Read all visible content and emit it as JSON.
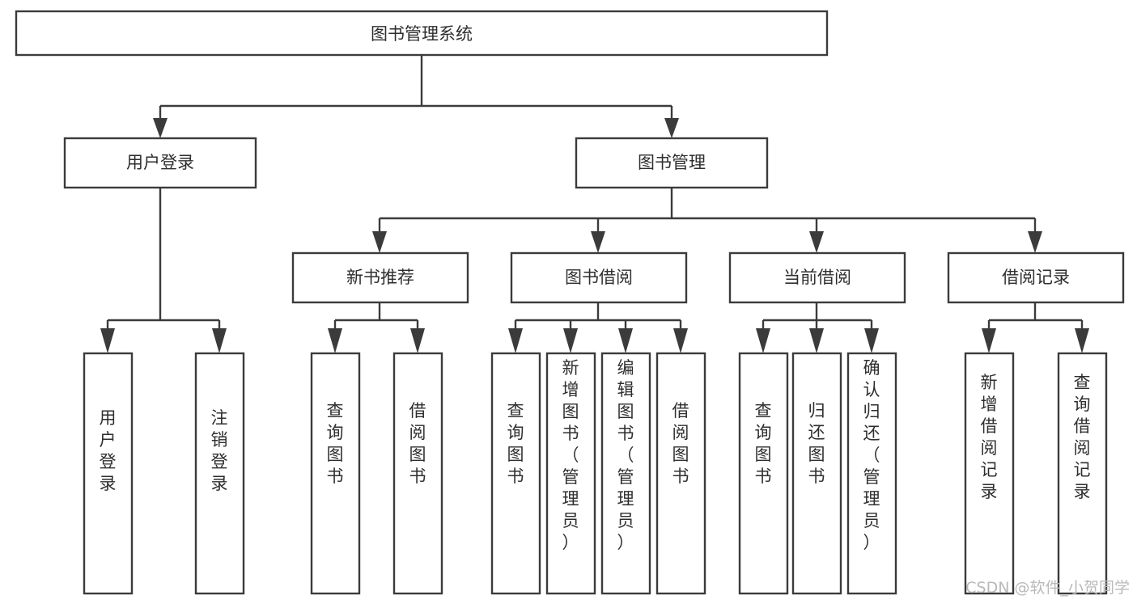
{
  "diagram": {
    "title": "图书管理系统",
    "type": "tree-hierarchy",
    "root": {
      "id": "root",
      "label": "图书管理系统"
    },
    "level2": [
      {
        "id": "user-login",
        "label": "用户登录"
      },
      {
        "id": "book-manage",
        "label": "图书管理"
      }
    ],
    "level3": [
      {
        "id": "new-book-recommend",
        "label": "新书推荐",
        "parent": "book-manage"
      },
      {
        "id": "book-borrow",
        "label": "图书借阅",
        "parent": "book-manage"
      },
      {
        "id": "current-borrow",
        "label": "当前借阅",
        "parent": "book-manage"
      },
      {
        "id": "borrow-record",
        "label": "借阅记录",
        "parent": "book-manage"
      }
    ],
    "leaves": [
      {
        "id": "leaf-user-login",
        "label": "用户登录",
        "parent": "user-login",
        "align": "bottom"
      },
      {
        "id": "leaf-user-logout",
        "label": "注销登录",
        "parent": "user-login",
        "align": "bottom"
      },
      {
        "id": "leaf-query-book-1",
        "label": "查询图书",
        "parent": "new-book-recommend",
        "align": "middle"
      },
      {
        "id": "leaf-borrow-book-1",
        "label": "借阅图书",
        "parent": "new-book-recommend",
        "align": "middle"
      },
      {
        "id": "leaf-query-book-2",
        "label": "查询图书",
        "parent": "book-borrow",
        "align": "middle"
      },
      {
        "id": "leaf-add-book",
        "label": "新增图书（管理员）",
        "parent": "book-borrow",
        "align": "top"
      },
      {
        "id": "leaf-edit-book",
        "label": "编辑图书（管理员）",
        "parent": "book-borrow",
        "align": "top"
      },
      {
        "id": "leaf-borrow-book-2",
        "label": "借阅图书",
        "parent": "book-borrow",
        "align": "middle"
      },
      {
        "id": "leaf-query-book-3",
        "label": "查询图书",
        "parent": "current-borrow",
        "align": "middle"
      },
      {
        "id": "leaf-return-book",
        "label": "归还图书",
        "parent": "current-borrow",
        "align": "middle"
      },
      {
        "id": "leaf-confirm-return",
        "label": "确认归还（管理员）",
        "parent": "current-borrow",
        "align": "top"
      },
      {
        "id": "leaf-add-record",
        "label": "新增借阅记录",
        "parent": "borrow-record",
        "align": "middle"
      },
      {
        "id": "leaf-query-record",
        "label": "查询借阅记录",
        "parent": "borrow-record",
        "align": "middle"
      }
    ]
  },
  "watermark": {
    "text": "CSDN @软件_小贺同学"
  },
  "colors": {
    "box_border": "#3b3b3b",
    "box_fill": "#ffffff",
    "text": "#2e2e2e",
    "connector": "#3b3b3b",
    "watermark": "#b9b9b9",
    "background": "#ffffff"
  }
}
